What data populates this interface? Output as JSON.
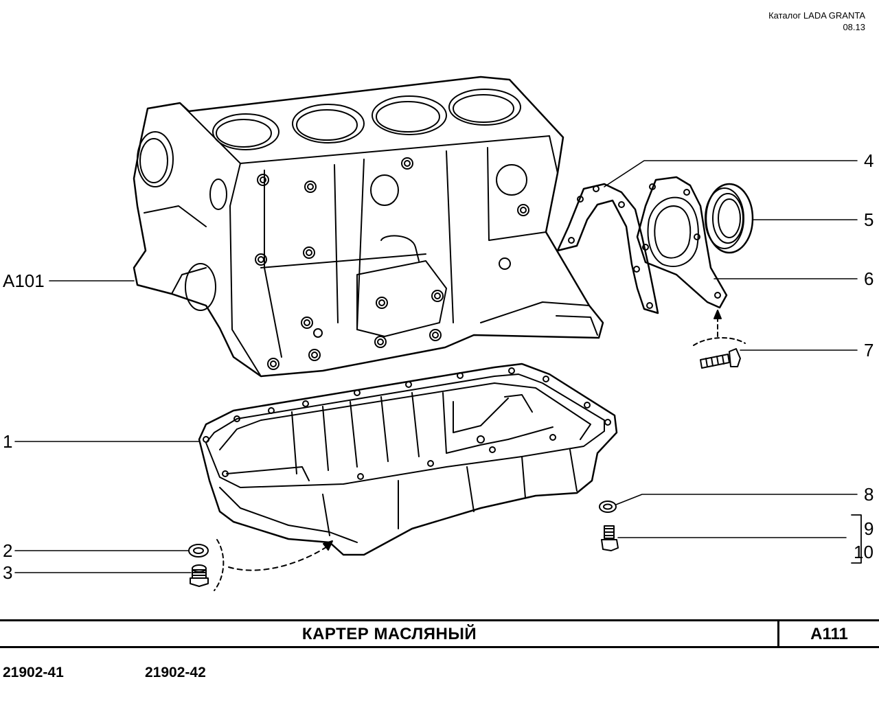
{
  "header": {
    "catalog": "Каталог  LADA  GRANTA",
    "date": "08.13"
  },
  "diagram": {
    "assembly_ref": "A101",
    "callouts": [
      "1",
      "2",
      "3",
      "4",
      "5",
      "6",
      "7",
      "8",
      "9",
      "10"
    ]
  },
  "title_bar": {
    "title": "КАРТЕР   МАСЛЯНЫЙ",
    "code": "A111"
  },
  "models": [
    "21902-41",
    "21902-42"
  ]
}
